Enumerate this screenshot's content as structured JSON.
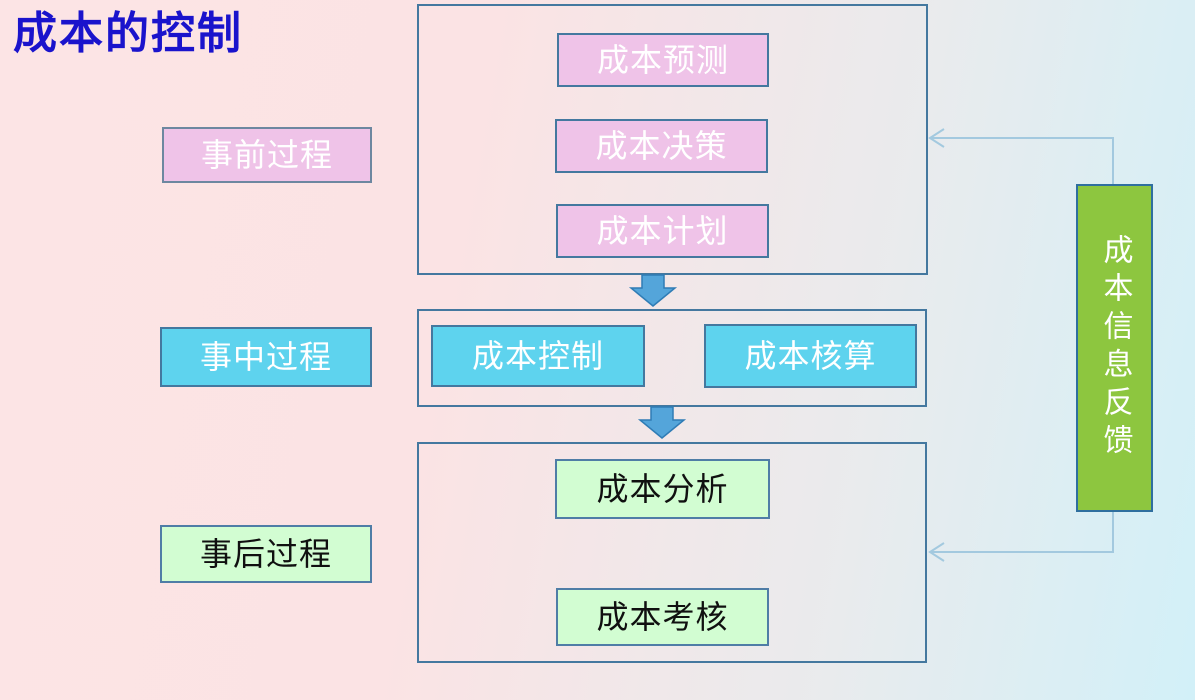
{
  "title": "成本的控制",
  "stage_labels": [
    {
      "id": "pre",
      "label": "事前过程"
    },
    {
      "id": "during",
      "label": "事中过程"
    },
    {
      "id": "post",
      "label": "事后过程"
    }
  ],
  "groups": [
    {
      "stage": "事前过程",
      "items": [
        "成本预测",
        "成本决策",
        "成本计划"
      ]
    },
    {
      "stage": "事中过程",
      "items": [
        "成本控制",
        "成本核算"
      ]
    },
    {
      "stage": "事后过程",
      "items": [
        "成本分析",
        "成本考核"
      ]
    }
  ],
  "feedback": {
    "label": "成本信息反馈"
  },
  "colors": {
    "title_text": "#1a13cc",
    "pink_fill": "#efc3e8",
    "cyan_fill": "#5ed3ee",
    "light_green_fill": "#d2fdd2",
    "green_fill": "#8dc63f",
    "box_border": "#44789f",
    "block_arrow": "#54a5da",
    "connector_line": "#a3c9df",
    "background_left": "#fce4e5",
    "background_top_right": "#eaebec",
    "background_bottom_right": "#d2f0f8"
  }
}
